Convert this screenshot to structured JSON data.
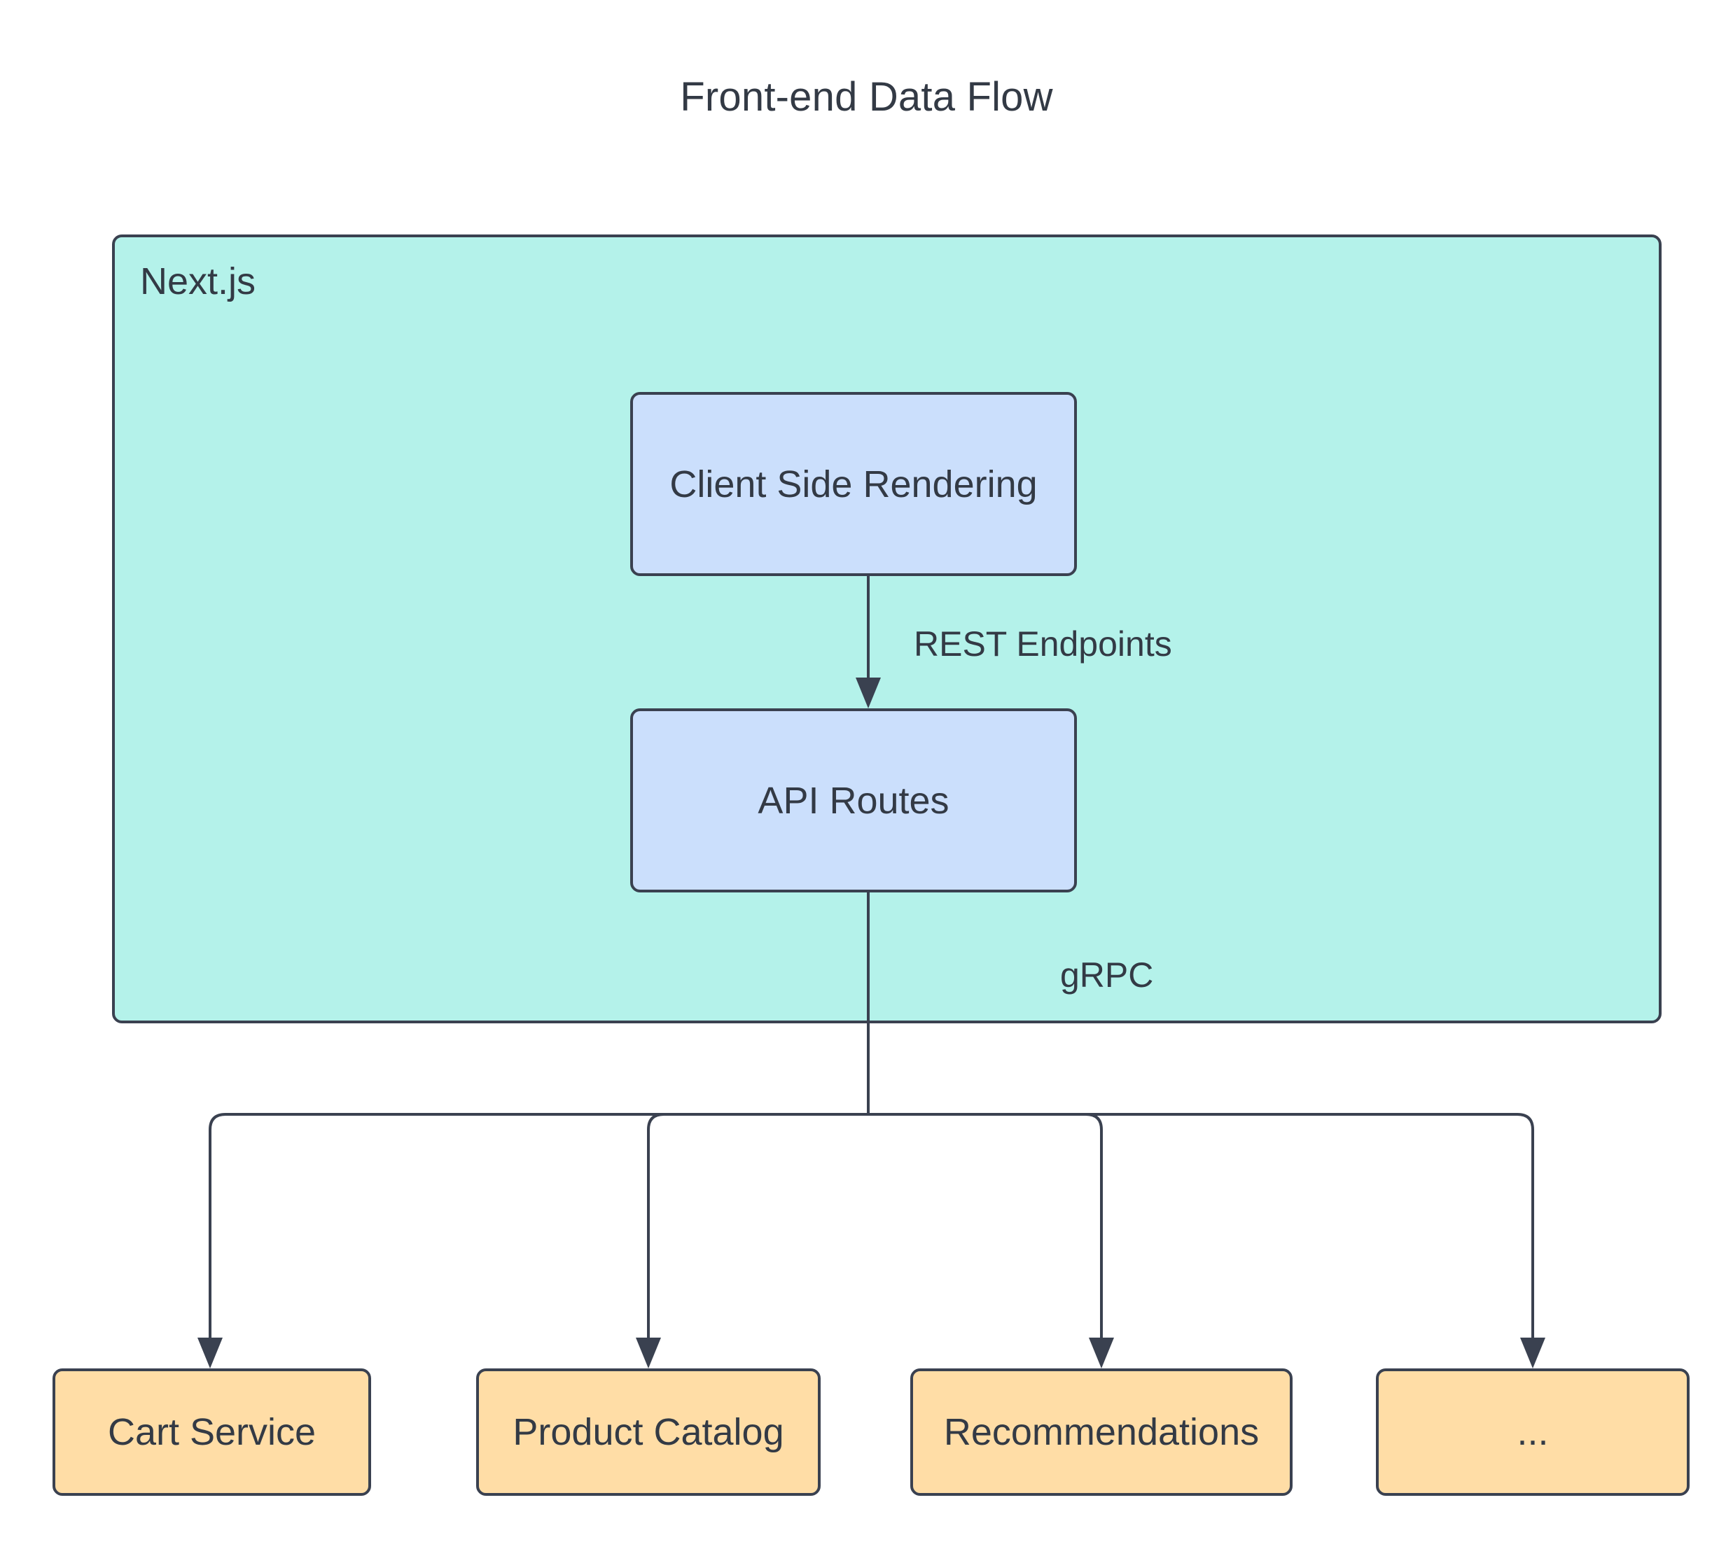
{
  "diagram": {
    "title": "Front-end Data Flow",
    "type": "flowchart",
    "direction": "top-down",
    "colors": {
      "background": "#ffffff",
      "text": "#333a45",
      "stroke": "#3a4150",
      "subgraph_fill": "#b4f2ea",
      "process_fill": "#cbdffc",
      "service_fill": "#ffdda6"
    },
    "subgraph": {
      "id": "nextjs",
      "label": "Next.js",
      "nodes": [
        {
          "id": "csr",
          "label": "Client Side Rendering",
          "shape": "rounded-rect",
          "fill": "#cbdffc"
        },
        {
          "id": "api_routes",
          "label": "API Routes",
          "shape": "rounded-rect",
          "fill": "#cbdffc"
        }
      ]
    },
    "services": [
      {
        "id": "cart",
        "label": "Cart Service",
        "shape": "rounded-rect",
        "fill": "#ffdda6"
      },
      {
        "id": "catalog",
        "label": "Product Catalog",
        "shape": "rounded-rect",
        "fill": "#ffdda6"
      },
      {
        "id": "recommendations",
        "label": "Recommendations",
        "shape": "rounded-rect",
        "fill": "#ffdda6"
      },
      {
        "id": "more",
        "label": "...",
        "shape": "rounded-rect",
        "fill": "#ffdda6"
      }
    ],
    "edges": [
      {
        "from": "csr",
        "to": "api_routes",
        "label": "REST Endpoints",
        "arrow": "end"
      },
      {
        "from": "api_routes",
        "to": "cart",
        "label": "gRPC",
        "arrow": "end"
      },
      {
        "from": "api_routes",
        "to": "catalog",
        "label": "",
        "arrow": "end"
      },
      {
        "from": "api_routes",
        "to": "recommendations",
        "label": "",
        "arrow": "end"
      },
      {
        "from": "api_routes",
        "to": "more",
        "label": "",
        "arrow": "end"
      }
    ],
    "edge_labels": {
      "rest_endpoints": "REST Endpoints",
      "grpc": "gRPC"
    }
  }
}
